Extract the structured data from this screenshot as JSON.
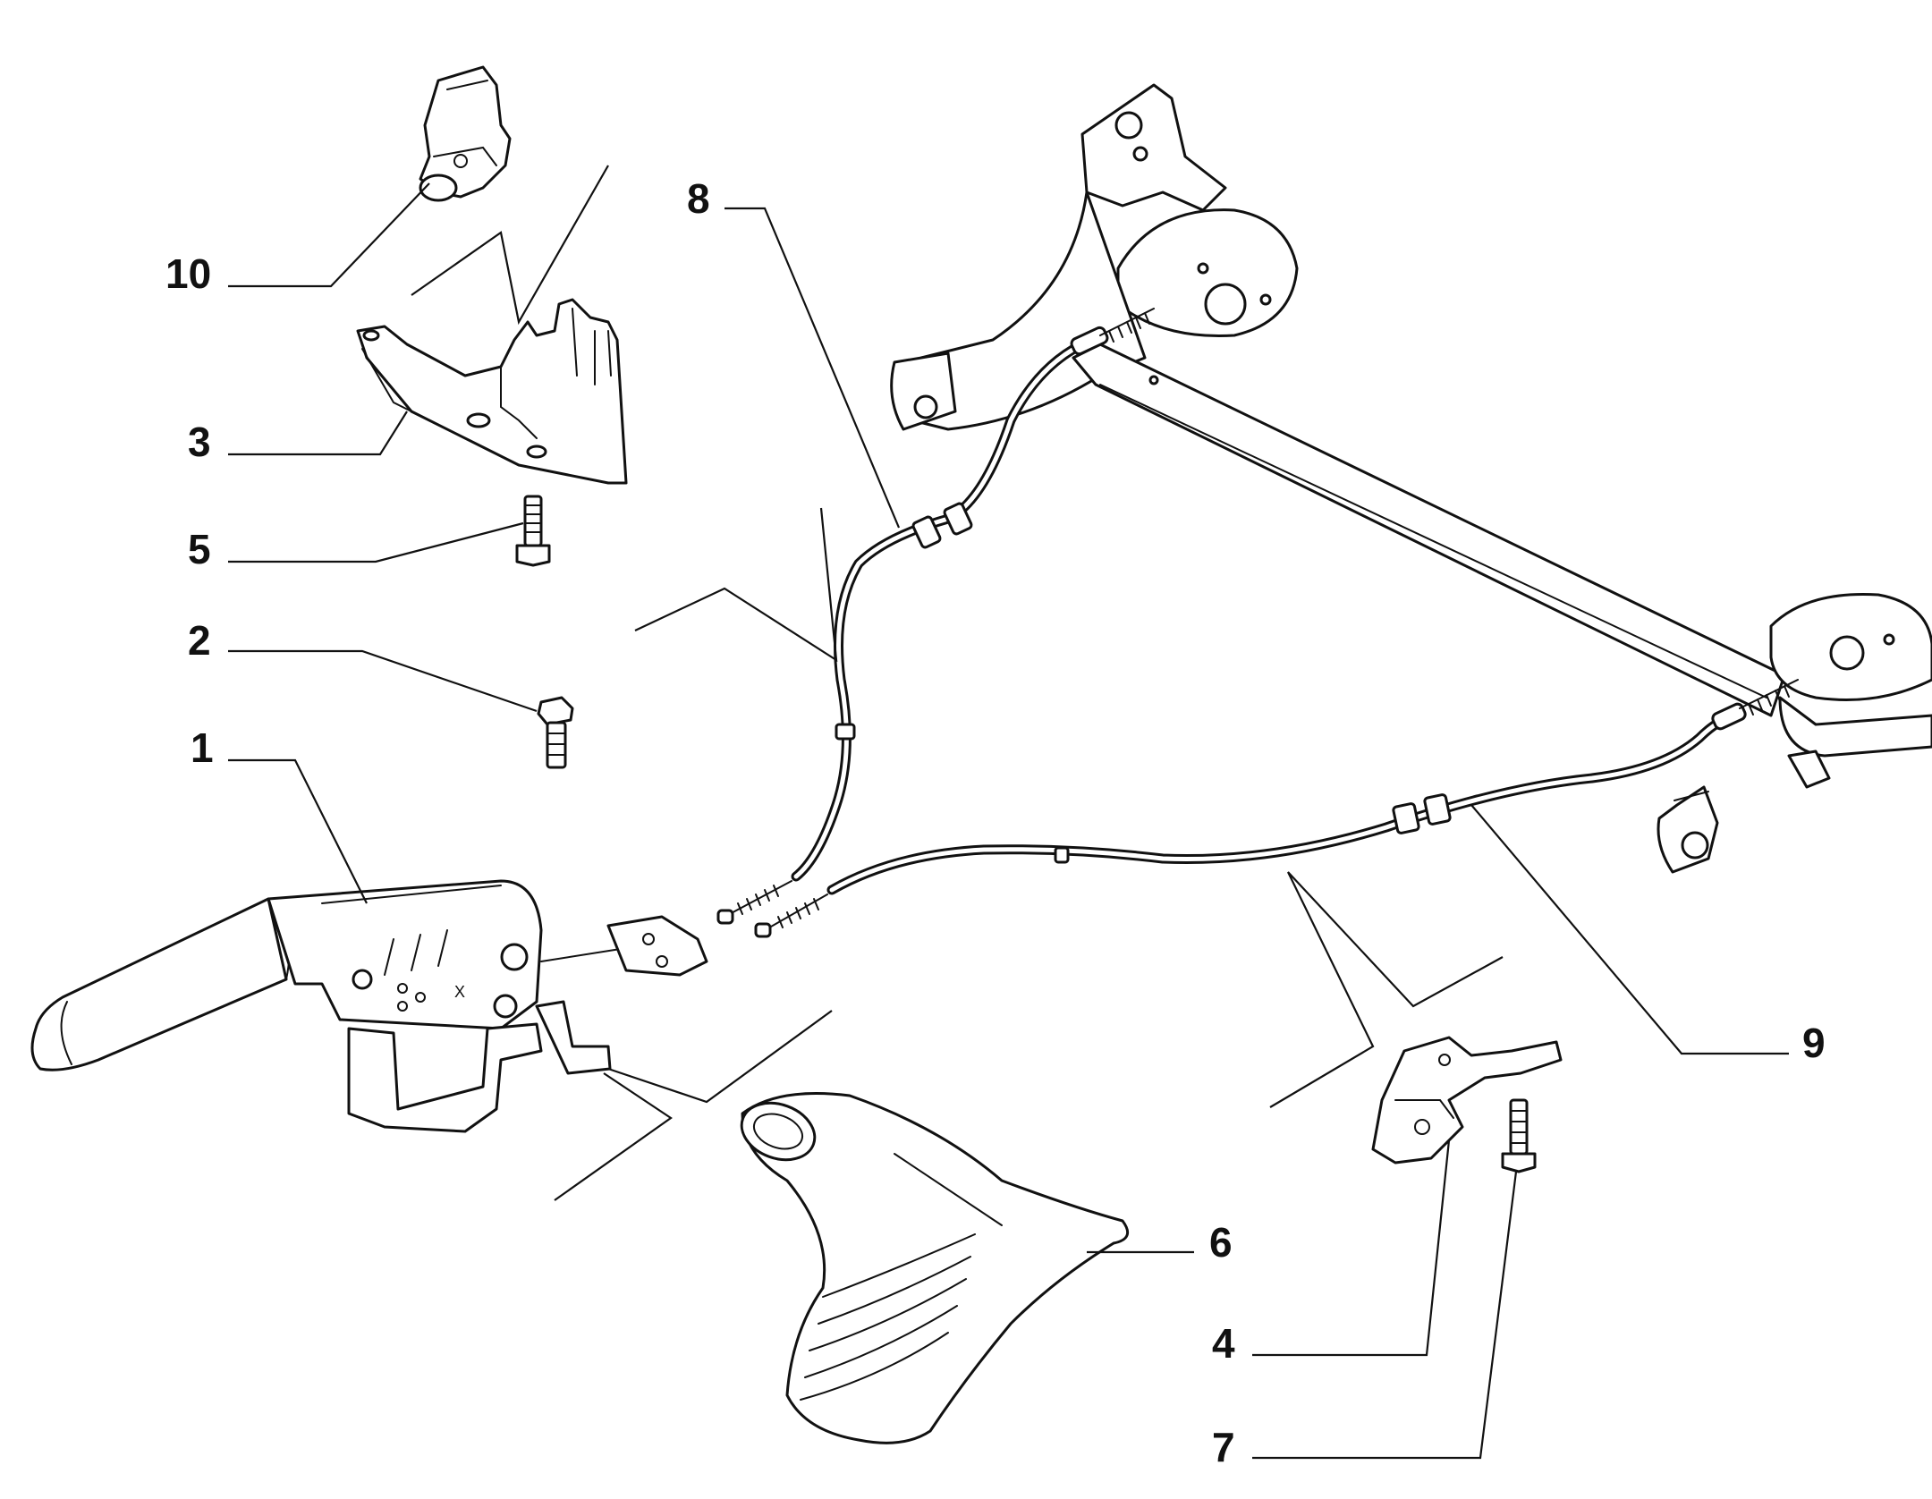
{
  "callouts": [
    {
      "id": "10",
      "label": "10"
    },
    {
      "id": "3",
      "label": "3"
    },
    {
      "id": "5",
      "label": "5"
    },
    {
      "id": "2",
      "label": "2"
    },
    {
      "id": "1",
      "label": "1"
    },
    {
      "id": "8",
      "label": "8"
    },
    {
      "id": "9",
      "label": "9"
    },
    {
      "id": "6",
      "label": "6"
    },
    {
      "id": "4",
      "label": "4"
    },
    {
      "id": "7",
      "label": "7"
    }
  ],
  "lever_mark": "X"
}
